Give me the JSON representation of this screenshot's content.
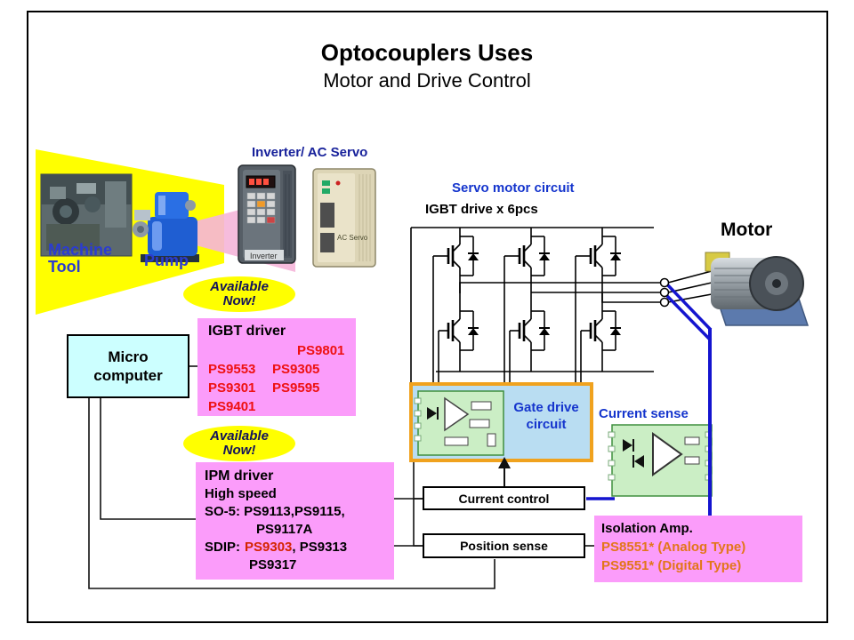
{
  "title": "Optocouplers Uses",
  "subtitle": "Motor and Drive Control",
  "scene": {
    "machine_tool_line1": "Machine",
    "machine_tool_line2": "Tool",
    "pump_label": "Pump",
    "inverter_ac_servo_label": "Inverter/ AC Servo",
    "inverter_caption": "Inverter",
    "ac_servo_caption": "AC Servo",
    "servo_motor_circuit_label": "Servo motor circuit",
    "igbt_drive_label": "IGBT drive x 6pcs",
    "motor_label": "Motor"
  },
  "badges": {
    "top": {
      "line1": "Available",
      "line2": "Now!"
    },
    "bottom": {
      "line1": "Available",
      "line2": "Now!"
    }
  },
  "igbt_driver_box": {
    "title": "IGBT driver",
    "rows": [
      [
        "",
        "PS9801"
      ],
      [
        "PS9553",
        "PS9305"
      ],
      [
        "PS9301",
        "PS9595"
      ],
      [
        "PS9401",
        ""
      ]
    ]
  },
  "micro_computer": {
    "line1": "Micro",
    "line2": "computer"
  },
  "ipm_driver_box": {
    "title": "IPM driver",
    "subtitle": "High speed",
    "so5_line": "SO-5: PS9113,PS9115,",
    "so5_line2": "PS9117A",
    "sdip_prefix": "SDIP:",
    "sdip_part_red": "PS9303",
    "sdip_rest": ", PS9313",
    "last_part": "PS9317"
  },
  "circuit": {
    "gate_drive_line1": "Gate drive",
    "gate_drive_line2": "circuit",
    "current_sense_label": "Current sense",
    "current_control_label": "Current control",
    "position_sense_label": "Position sense"
  },
  "isolation_amp_box": {
    "title": "Isolation Amp.",
    "line1": "PS8551* (Analog Type)",
    "line2": "PS9551* (Digital Type)"
  },
  "colors": {
    "pink_box": "#fb9cfa",
    "yellow_beam": "#ffff00",
    "red_parts_text": "#ee1111",
    "blue_label_text": "#1535cd",
    "dark_blue_label_text": "#18229b",
    "orange_parts_text": "#e2761a",
    "cyan_box": "#ccffff",
    "green_circuit": "#cbeec5",
    "gate_box_bg": "#b9ddf2",
    "gate_box_border": "#f0a21e",
    "blue_wire": "#1414cf"
  }
}
